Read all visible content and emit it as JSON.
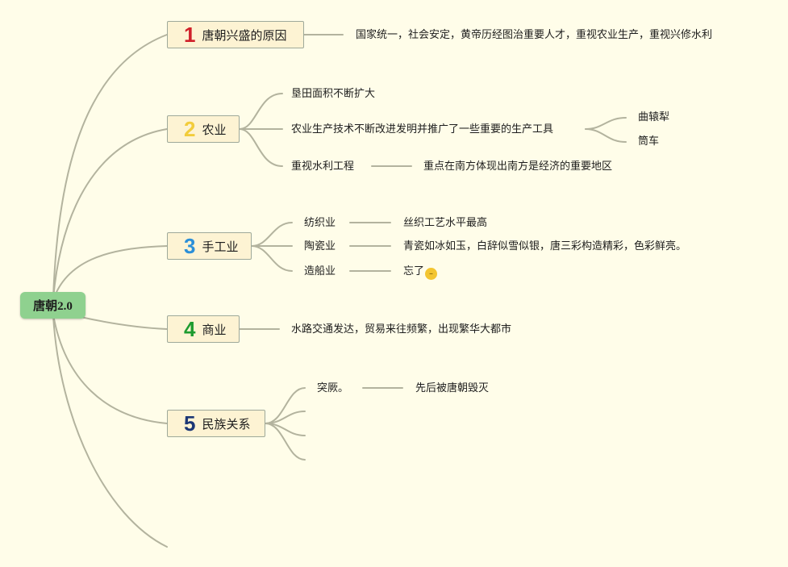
{
  "root": {
    "label": "唐朝2.0"
  },
  "topics": [
    {
      "num": "1",
      "num_color": "#d0202a",
      "label": "唐朝兴盛的原因"
    },
    {
      "num": "2",
      "num_color": "#f2cc3b",
      "label": "农业"
    },
    {
      "num": "3",
      "num_color": "#2b8fd8",
      "label": "手工业"
    },
    {
      "num": "4",
      "num_color": "#1e9b2f",
      "label": "商业"
    },
    {
      "num": "5",
      "num_color": "#1c3776",
      "label": "民族关系"
    }
  ],
  "reasons": {
    "text": "国家统一，社会安定，黄帝历经图治重要人才，重视农业生产，重视兴修水利"
  },
  "agriculture": {
    "land": "垦田面积不断扩大",
    "tech": "农业生产技术不断改进发明并推广了一些重要的生产工具",
    "tools": [
      "曲辕犁",
      "筒车"
    ],
    "water": "重视水利工程",
    "water_note": "重点在南方体现出南方是经济的重要地区"
  },
  "handicraft": [
    {
      "label": "纺织业",
      "detail": "丝织工艺水平最高"
    },
    {
      "label": "陶瓷业",
      "detail": "青瓷如冰如玉，白辞似雪似银，唐三彩构造精彩，色彩鲜亮。"
    },
    {
      "label": "造船业",
      "detail": "忘了",
      "emoji": "😑"
    }
  ],
  "commerce": {
    "text": "水路交通发达，贸易来往频繁，出现繁华大都市"
  },
  "ethnic": {
    "label": "突厥。",
    "detail": "先后被唐朝毁灭"
  },
  "style": {
    "line_color": "#b3b39e",
    "root_color": "#8fd18f",
    "topic_fill": "#fdf3d3"
  }
}
